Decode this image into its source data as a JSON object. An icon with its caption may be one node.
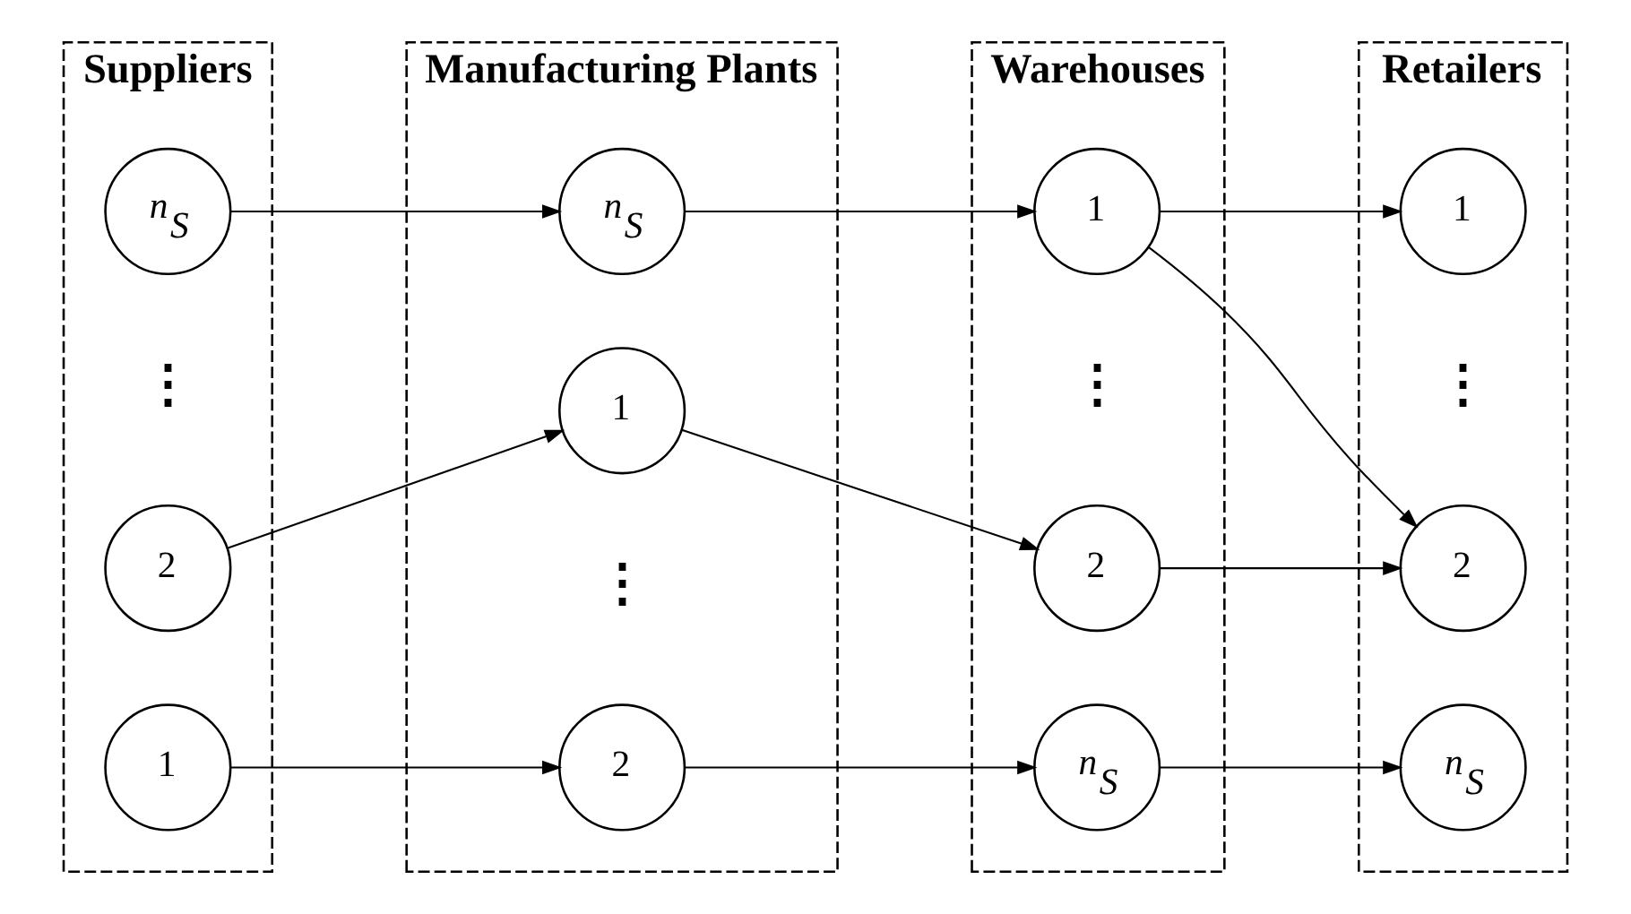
{
  "diagram": {
    "nodes": [
      {
        "text": [
          "Suppliers"
        ]
      },
      {
        "text": [
          "1"
        ],
        "in": 0
      },
      {
        "text": [
          "2"
        ],
        "in": 0
      },
      {
        "text": [
          "n$_{S}$"
        ],
        "in": 0
      },
      {
        "text": [
          "Manufacturing Plants"
        ]
      },
      {
        "text": [
          "1"
        ],
        "in": 4
      },
      {
        "text": [
          "2"
        ],
        "in": 4
      },
      {
        "text": [
          "n$_{S}$"
        ],
        "in": 4
      },
      {
        "text": [
          "Warehouses"
        ]
      },
      {
        "text": [
          "1"
        ],
        "in": 8
      },
      {
        "text": [
          "2"
        ],
        "in": 8
      },
      {
        "text": [
          "n$_{S}$"
        ],
        "in": 8
      },
      {
        "text": [
          "Retailers"
        ]
      },
      {
        "text": [
          "1"
        ],
        "in": 12
      },
      {
        "text": [
          "2"
        ],
        "in": 12
      },
      {
        "text": [
          "n$_{S}$"
        ],
        "in": 12
      }
    ],
    "edges": [
      {
        "from": 1,
        "to": 6,
        "arrow": "to"
      },
      {
        "from": 2,
        "to": 5,
        "arrow": "to"
      },
      {
        "from": 3,
        "to": 7,
        "arrow": "to"
      },
      {
        "from": 5,
        "to": 10,
        "arrow": "to"
      },
      {
        "from": 6,
        "to": 11,
        "arrow": "to"
      },
      {
        "from": 7,
        "to": 9,
        "arrow": "to"
      },
      {
        "from": 9,
        "to": 13,
        "arrow": "to"
      },
      {
        "from": 9,
        "to": 14,
        "arrow": "to"
      },
      {
        "from": 10,
        "to": 14,
        "arrow": "to"
      },
      {
        "from": 11,
        "to": 15,
        "arrow": "to"
      }
    ],
    "labels": [
      "⋮",
      "⋮",
      "⋮",
      "⋮"
    ]
  }
}
